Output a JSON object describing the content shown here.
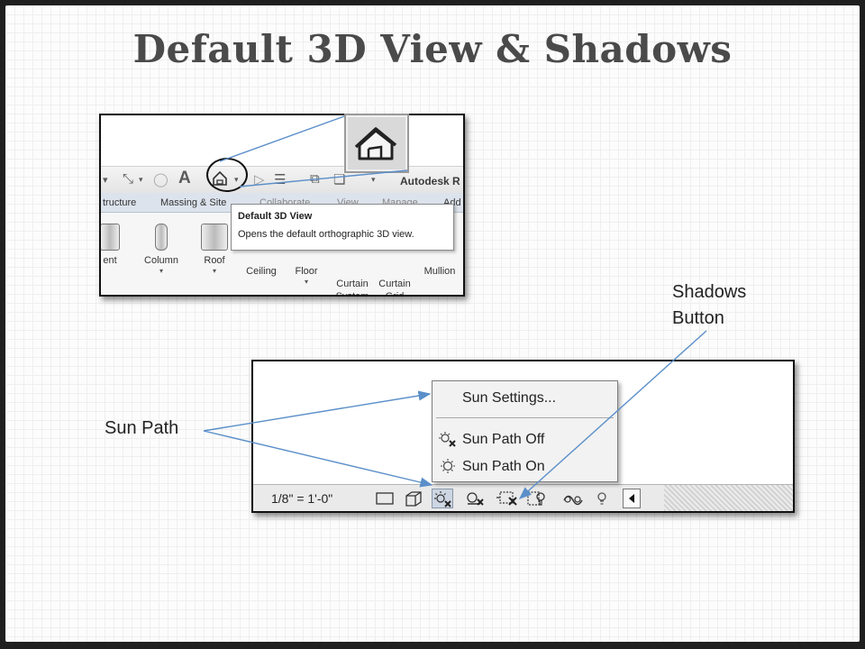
{
  "slide": {
    "title": "Default 3D View & Shadows"
  },
  "revit_ribbon": {
    "app_name": "Autodesk R",
    "tabs": [
      "tructure",
      "Massing & Site",
      "Collaborate",
      "View",
      "Manage",
      "Add"
    ],
    "tools": [
      {
        "label": "ent",
        "has_caret": false
      },
      {
        "label": "Column",
        "has_caret": true
      },
      {
        "label": "Roof",
        "has_caret": true
      },
      {
        "label": "Ceiling",
        "has_caret": false
      },
      {
        "label": "Floor",
        "has_caret": true
      },
      {
        "label": "Curtain\nSystem",
        "has_caret": false
      },
      {
        "label": "Curtain\nGrid",
        "has_caret": false
      },
      {
        "label": "Mullion",
        "has_caret": false
      }
    ],
    "tooltip": {
      "title": "Default 3D View",
      "body": "Opens the default orthographic 3D view."
    },
    "zoomed_icon": "house-3d-view-icon"
  },
  "view_control_bar": {
    "scale": "1/8\" = 1'-0\"",
    "sun_menu": {
      "items": [
        "Sun Settings...",
        "Sun Path Off",
        "Sun Path On"
      ]
    }
  },
  "callouts": {
    "shadows_line1": "Shadows",
    "shadows_line2": "Button",
    "sun_path": "Sun Path"
  },
  "colors": {
    "callout_arrow": "#5b8fc9",
    "title_text": "#4a4a4a"
  }
}
